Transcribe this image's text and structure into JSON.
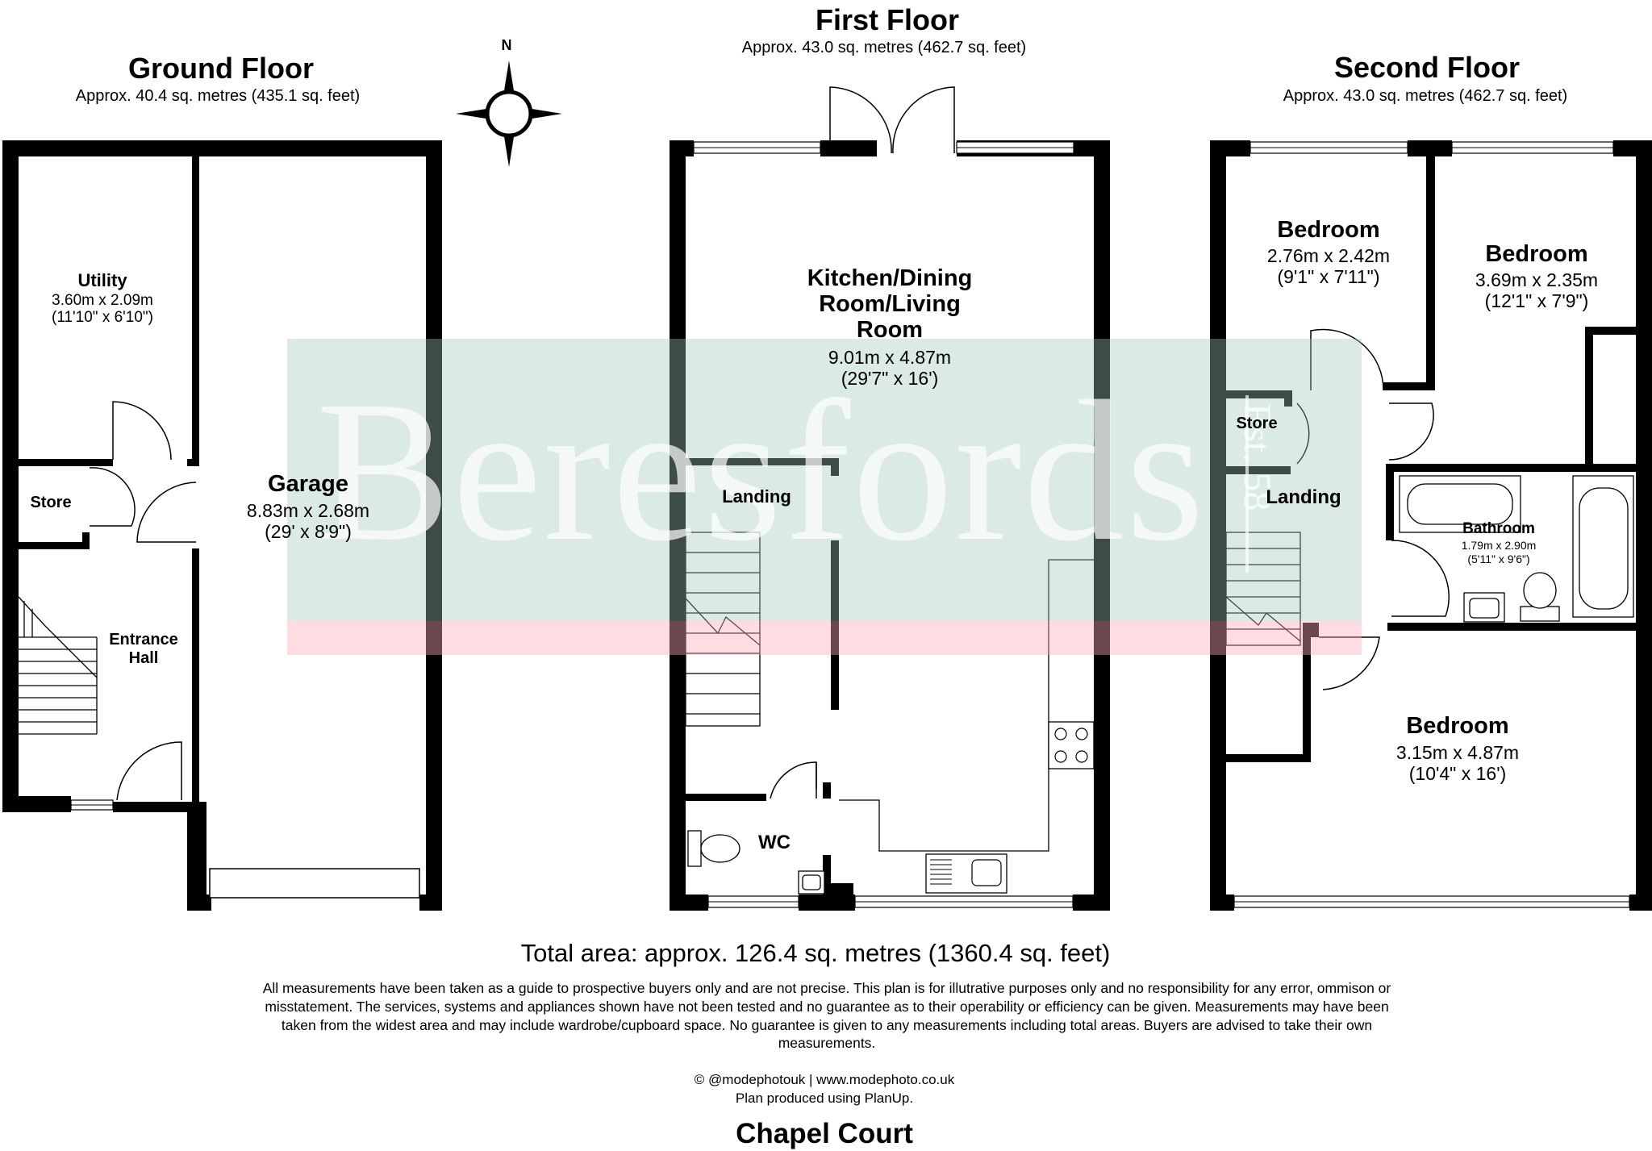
{
  "floors": {
    "ground": {
      "title": "Ground Floor",
      "area": "Approx. 40.4 sq. metres (435.1 sq. feet)",
      "rooms": {
        "utility": {
          "name": "Utility",
          "dim_m": "3.60m x 2.09m",
          "dim_ft": "(11'10\" x 6'10\")"
        },
        "store": {
          "name": "Store"
        },
        "entrance_hall": {
          "name": "Entrance\nHall"
        },
        "garage": {
          "name": "Garage",
          "dim_m": "8.83m x 2.68m",
          "dim_ft": "(29' x 8'9\")"
        }
      }
    },
    "first": {
      "title": "First Floor",
      "area": "Approx. 43.0 sq. metres (462.7 sq. feet)",
      "rooms": {
        "kitchen": {
          "name": "Kitchen/Dining\nRoom/Living\nRoom",
          "dim_m": "9.01m x 4.87m",
          "dim_ft": "(29'7\" x 16')"
        },
        "landing": {
          "name": "Landing"
        },
        "wc": {
          "name": "WC"
        }
      }
    },
    "second": {
      "title": "Second Floor",
      "area": "Approx. 43.0 sq. metres (462.7 sq. feet)",
      "rooms": {
        "bedroom1": {
          "name": "Bedroom",
          "dim_m": "2.76m x 2.42m",
          "dim_ft": "(9'1\" x 7'11\")"
        },
        "bedroom2": {
          "name": "Bedroom",
          "dim_m": "3.69m x 2.35m",
          "dim_ft": "(12'1\" x 7'9\")"
        },
        "store": {
          "name": "Store"
        },
        "landing": {
          "name": "Landing"
        },
        "bathroom": {
          "name": "Bathroom",
          "dim_m": "1.79m x 2.90m",
          "dim_ft": "(5'11\" x 9'6\")"
        },
        "bedroom3": {
          "name": "Bedroom",
          "dim_m": "3.15m x 4.87m",
          "dim_ft": "(10'4\" x 16')"
        }
      }
    }
  },
  "compass": {
    "label": "N",
    "icon": "compass-rose-icon"
  },
  "watermark": {
    "text": "Beresfords",
    "est": "Est. 58"
  },
  "total_area": "Total area: approx. 126.4 sq. metres (1360.4 sq. feet)",
  "disclaimer": "All measurements have been taken as a guide to prospective buyers only and are not precise. This plan is for illutrative purposes only and no responsibility for any error, ommison or misstatement. The services, systems and appliances shown have not been tested and no guarantee as to their operability or efficiency can be given. Measurements may have been taken from the widest area and may include wardrobe/cupboard space. No guarantee is given to any measurements including total areas. Buyers are advised to take their own measurements.",
  "credit_line1": "© @modephotouk | www.modephoto.co.uk",
  "credit_line2": "Plan  produced  using  PlanUp.",
  "property_name": "Chapel Court",
  "colors": {
    "wall": "#000000",
    "watermark_green": "#a0c8b9",
    "watermark_pink": "#ffaab9"
  }
}
